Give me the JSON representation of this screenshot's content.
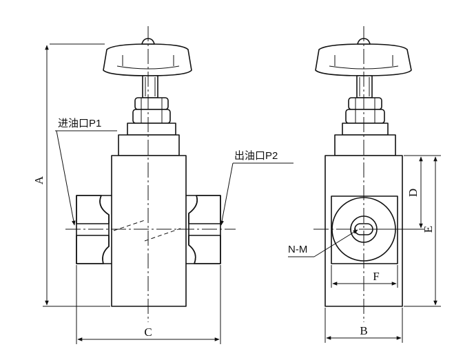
{
  "labels": {
    "inlet": "进油口P1",
    "outlet": "出油口P2",
    "thread": "N-M"
  },
  "dimensions": {
    "A": "A",
    "B": "B",
    "C": "C",
    "D": "D",
    "E": "E",
    "F": "F"
  }
}
